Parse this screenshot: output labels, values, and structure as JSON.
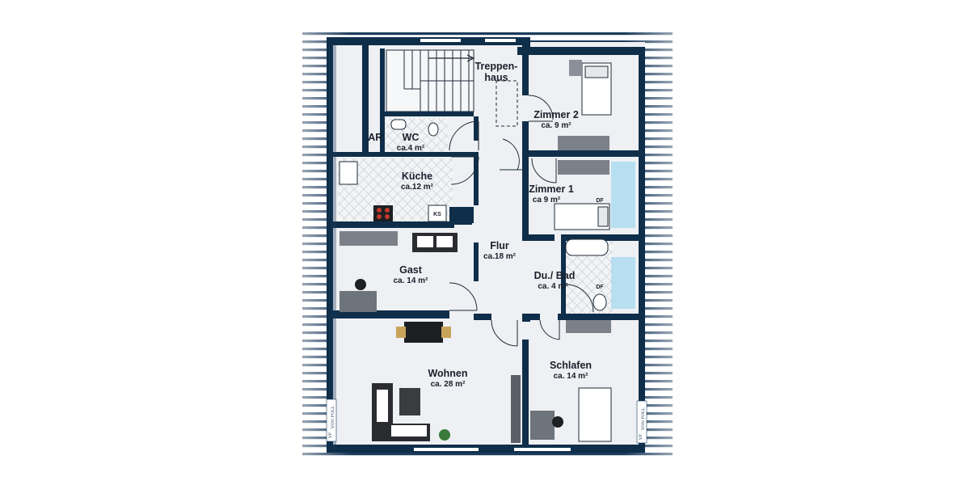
{
  "rooms": {
    "treppenhaus": {
      "name_line1": "Treppen-",
      "name_line2": "haus"
    },
    "wc": {
      "name": "WC",
      "area": "ca.4 m²"
    },
    "ar": {
      "name": "AR."
    },
    "kueche": {
      "name": "Küche",
      "area": "ca.12 m²"
    },
    "zimmer2": {
      "name": "Zimmer 2",
      "area": "ca. 9 m²"
    },
    "zimmer1": {
      "name": "Zimmer 1",
      "area": "ca 9 m²"
    },
    "flur": {
      "name": "Flur",
      "area": "ca.18 m²"
    },
    "gast": {
      "name": "Gast",
      "area": "ca. 14 m²"
    },
    "bad": {
      "name": "Du./ Bad",
      "area": "ca. 4 m²"
    },
    "wohnen": {
      "name": "Wohnen",
      "area": "ca. 28 m²"
    },
    "schlafen": {
      "name": "Schlafen",
      "area": "ca. 14 m²"
    }
  },
  "labels": {
    "ks": "KS",
    "df_zimmer1": "DF",
    "df_bad": "DF",
    "watermark_left": "VP",
    "watermark_right": "VP",
    "watermark_brand": "VON POLL"
  },
  "colors": {
    "wall": "#0f2e4a",
    "floor": "#eef0f3",
    "roof_line": "#1b3a5a",
    "tile": "#d7dbe2",
    "water": "#9fd7ef"
  }
}
